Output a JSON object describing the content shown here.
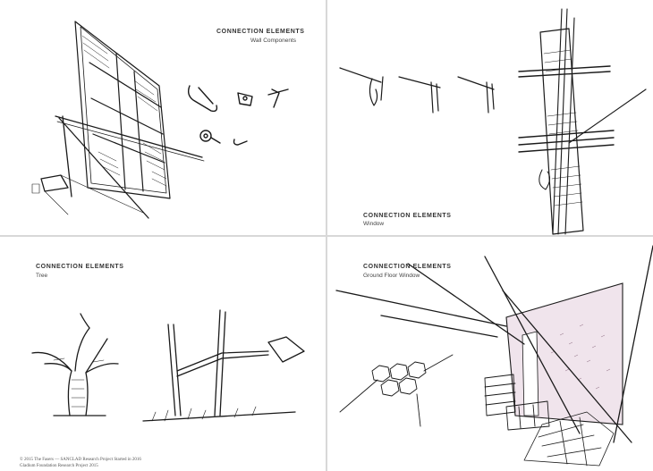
{
  "panels": [
    {
      "title": "CONNECTION ELEMENTS",
      "subtitle": "Wall Components"
    },
    {
      "title": "CONNECTION ELEMENTS",
      "subtitle": "Window"
    },
    {
      "title": "CONNECTION ELEMENTS",
      "subtitle": "Tree"
    },
    {
      "title": "CONNECTION ELEMENTS",
      "subtitle": "Ground Floor Window"
    }
  ],
  "credits": {
    "line1": "© 2015 The Fasers — SANCLAD Research Project Started in 2016",
    "line2": "Gladium Foundation Research Project 2015"
  }
}
